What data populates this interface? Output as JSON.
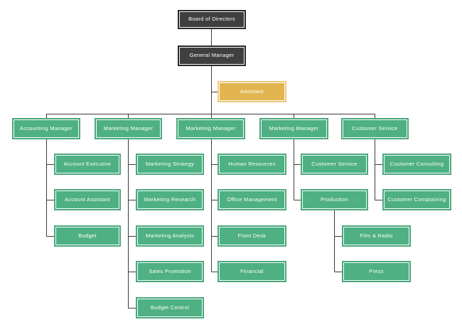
{
  "colors": {
    "executive_fill": "#3f3f3f",
    "executive_edge": "#2a2a2a",
    "staff_fill": "#4eb083",
    "staff_edge": "#4aa87d",
    "assistant_fill": "#e3b551",
    "assistant_edge": "#ecca7d",
    "connector": "#3c3c3c",
    "text_color": "#ffffff",
    "canvas_bg": "#ffffff"
  },
  "org": {
    "root": "Board of Directors",
    "hierarchy_note_fields": [
      "label"
    ],
    "nodes": {
      "board": {
        "label": "Board of Directors"
      },
      "general_manager": {
        "label": "General Manager"
      },
      "assistant": {
        "label": "Assistant"
      },
      "accounting_manager": {
        "label": "Accounting Manager"
      },
      "marketing_manager_1": {
        "label": "Marketing Manager"
      },
      "marketing_manager_2": {
        "label": "Marketing Manager"
      },
      "marketing_manager_3": {
        "label": "Marketing Manager"
      },
      "customer_service_manager": {
        "label": "Customer Service"
      },
      "account_executive": {
        "label": "Account Executive"
      },
      "account_assistant": {
        "label": "Account Assistant"
      },
      "budget": {
        "label": "Budget"
      },
      "marketing_strategy": {
        "label": "Marketing Strategy"
      },
      "marketing_research": {
        "label": "Marketing Research"
      },
      "marketing_analysis": {
        "label": "Marketing Analysis"
      },
      "sales_promotion": {
        "label": "Sales Promotion"
      },
      "budget_control": {
        "label": "Budget Control"
      },
      "human_resources": {
        "label": "Human Resources"
      },
      "office_management": {
        "label": "Office Management"
      },
      "front_desk": {
        "label": "Front Desk"
      },
      "financial": {
        "label": "Financial"
      },
      "customer_service_sub": {
        "label": "Customer Service"
      },
      "production": {
        "label": "Production"
      },
      "film_radio": {
        "label": "Film & Radio"
      },
      "press": {
        "label": "Press"
      },
      "customer_consulting": {
        "label": "Customer Consulting"
      },
      "customer_complaining": {
        "label": "Customer Complaining"
      }
    }
  }
}
